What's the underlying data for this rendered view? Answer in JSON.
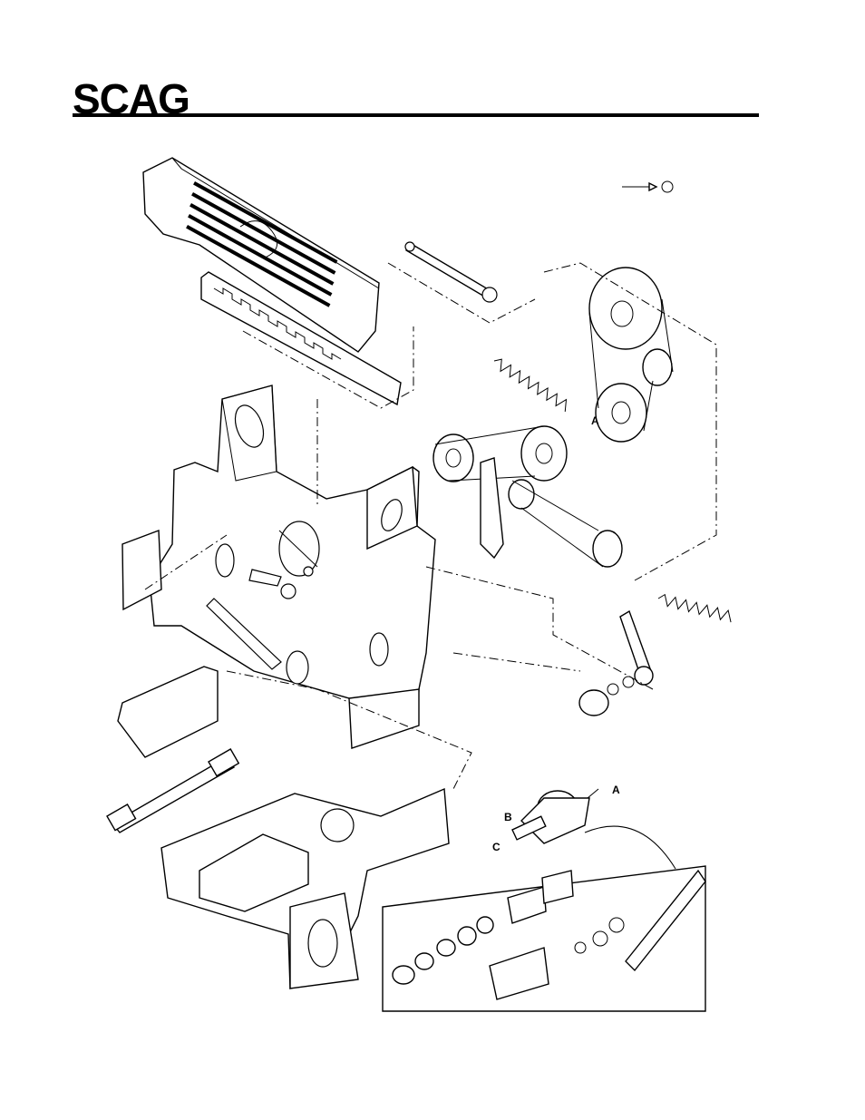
{
  "header": {
    "brand": "SCAG"
  },
  "callouts": {
    "a_upper": "A",
    "a_lower": "A",
    "b": "B",
    "c": "C"
  },
  "colors": {
    "ink": "#000000",
    "paper": "#ffffff"
  }
}
